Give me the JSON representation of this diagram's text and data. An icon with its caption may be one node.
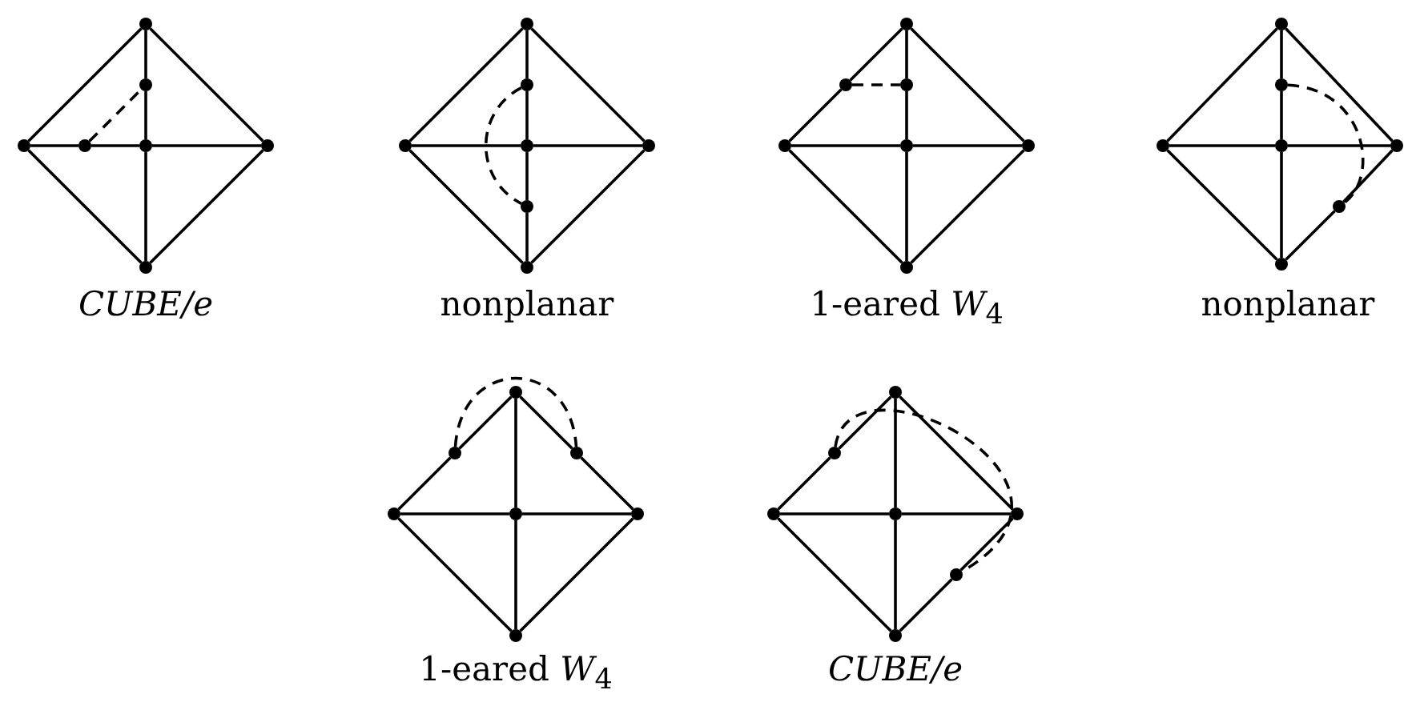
{
  "diagram": {
    "nodes": [
      {
        "text": [],
        "shape": "circle"
      },
      {
        "text": [],
        "shape": "circle"
      },
      {
        "text": [],
        "shape": "circle"
      },
      {
        "text": [],
        "shape": "circle"
      },
      {
        "text": [],
        "shape": "circle"
      },
      {
        "text": [],
        "shape": "circle"
      },
      {
        "text": [],
        "shape": "circle"
      },
      {
        "text": [],
        "shape": "circle"
      },
      {
        "text": [],
        "shape": "circle"
      },
      {
        "text": [],
        "shape": "circle"
      },
      {
        "text": [],
        "shape": "circle"
      },
      {
        "text": [],
        "shape": "circle"
      },
      {
        "text": [],
        "shape": "circle"
      },
      {
        "text": [],
        "shape": "circle"
      },
      {
        "text": [],
        "shape": "circle"
      },
      {
        "text": [],
        "shape": "circle"
      },
      {
        "text": [],
        "shape": "circle"
      },
      {
        "text": [],
        "shape": "circle"
      },
      {
        "text": [],
        "shape": "circle"
      },
      {
        "text": [],
        "shape": "circle"
      },
      {
        "text": [],
        "shape": "circle"
      },
      {
        "text": [],
        "shape": "circle"
      },
      {
        "text": [],
        "shape": "circle"
      },
      {
        "text": [],
        "shape": "circle"
      },
      {
        "text": [],
        "shape": "circle"
      },
      {
        "text": [],
        "shape": "circle"
      },
      {
        "text": [],
        "shape": "circle"
      },
      {
        "text": [],
        "shape": "circle"
      },
      {
        "text": [],
        "shape": "circle"
      },
      {
        "text": [],
        "shape": "circle"
      },
      {
        "text": [],
        "shape": "circle"
      },
      {
        "text": [],
        "shape": "circle"
      },
      {
        "text": [],
        "shape": "circle"
      },
      {
        "text": [],
        "shape": "circle"
      },
      {
        "text": [],
        "shape": "circle"
      },
      {
        "text": [],
        "shape": "circle"
      },
      {
        "text": [],
        "shape": "circle"
      },
      {
        "text": [],
        "shape": "circle"
      },
      {
        "text": [],
        "shape": "circle"
      },
      {
        "text": [],
        "shape": "circle"
      },
      {
        "text": [],
        "shape": "circle"
      },
      {
        "text": [],
        "shape": "circle"
      }
    ],
    "edges": [
      {
        "from": 0,
        "to": 2,
        "arrow": "none"
      },
      {
        "from": 0,
        "to": 5,
        "arrow": "none"
      },
      {
        "from": 2,
        "to": 6,
        "arrow": "none"
      },
      {
        "from": 5,
        "to": 6,
        "arrow": "none"
      },
      {
        "from": 0,
        "to": 1,
        "arrow": "none"
      },
      {
        "from": 1,
        "to": 4,
        "arrow": "none"
      },
      {
        "from": 2,
        "to": 3,
        "arrow": "none"
      },
      {
        "from": 3,
        "to": 4,
        "arrow": "none"
      },
      {
        "from": 4,
        "to": 5,
        "arrow": "none"
      },
      {
        "from": 4,
        "to": 6,
        "arrow": "none"
      },
      {
        "from": 3,
        "to": 1,
        "arrow": "none",
        "style": "dashed"
      },
      {
        "from": 7,
        "to": 9,
        "arrow": "none"
      },
      {
        "from": 7,
        "to": 11,
        "arrow": "none"
      },
      {
        "from": 9,
        "to": 13,
        "arrow": "none"
      },
      {
        "from": 11,
        "to": 13,
        "arrow": "none"
      },
      {
        "from": 7,
        "to": 8,
        "arrow": "none"
      },
      {
        "from": 8,
        "to": 10,
        "arrow": "none"
      },
      {
        "from": 10,
        "to": 12,
        "arrow": "none"
      },
      {
        "from": 12,
        "to": 13,
        "arrow": "none"
      },
      {
        "from": 9,
        "to": 10,
        "arrow": "none"
      },
      {
        "from": 10,
        "to": 11,
        "arrow": "none"
      },
      {
        "from": 8,
        "to": 12,
        "arrow": "none",
        "style": "dashed"
      },
      {
        "from": 14,
        "to": 15,
        "arrow": "none"
      },
      {
        "from": 15,
        "to": 17,
        "arrow": "none"
      },
      {
        "from": 14,
        "to": 19,
        "arrow": "none"
      },
      {
        "from": 17,
        "to": 20,
        "arrow": "none"
      },
      {
        "from": 19,
        "to": 20,
        "arrow": "none"
      },
      {
        "from": 14,
        "to": 16,
        "arrow": "none"
      },
      {
        "from": 16,
        "to": 18,
        "arrow": "none"
      },
      {
        "from": 17,
        "to": 18,
        "arrow": "none"
      },
      {
        "from": 18,
        "to": 19,
        "arrow": "none"
      },
      {
        "from": 18,
        "to": 20,
        "arrow": "none"
      },
      {
        "from": 15,
        "to": 16,
        "arrow": "none",
        "style": "dashed"
      },
      {
        "from": 21,
        "to": 23,
        "arrow": "none"
      },
      {
        "from": 21,
        "to": 25,
        "arrow": "none"
      },
      {
        "from": 23,
        "to": 27,
        "arrow": "none"
      },
      {
        "from": 25,
        "to": 26,
        "arrow": "none"
      },
      {
        "from": 26,
        "to": 27,
        "arrow": "none"
      },
      {
        "from": 21,
        "to": 22,
        "arrow": "none"
      },
      {
        "from": 22,
        "to": 24,
        "arrow": "none"
      },
      {
        "from": 23,
        "to": 24,
        "arrow": "none"
      },
      {
        "from": 24,
        "to": 25,
        "arrow": "none"
      },
      {
        "from": 24,
        "to": 27,
        "arrow": "none"
      },
      {
        "from": 22,
        "to": 26,
        "arrow": "none",
        "style": "dashed"
      },
      {
        "from": 28,
        "to": 29,
        "arrow": "none"
      },
      {
        "from": 29,
        "to": 31,
        "arrow": "none"
      },
      {
        "from": 28,
        "to": 30,
        "arrow": "none"
      },
      {
        "from": 30,
        "to": 33,
        "arrow": "none"
      },
      {
        "from": 31,
        "to": 34,
        "arrow": "none"
      },
      {
        "from": 33,
        "to": 34,
        "arrow": "none"
      },
      {
        "from": 28,
        "to": 32,
        "arrow": "none"
      },
      {
        "from": 31,
        "to": 32,
        "arrow": "none"
      },
      {
        "from": 32,
        "to": 33,
        "arrow": "none"
      },
      {
        "from": 32,
        "to": 34,
        "arrow": "none"
      },
      {
        "from": 29,
        "to": 30,
        "arrow": "none",
        "style": "dashed"
      },
      {
        "from": 35,
        "to": 36,
        "arrow": "none"
      },
      {
        "from": 36,
        "to": 37,
        "arrow": "none"
      },
      {
        "from": 35,
        "to": 39,
        "arrow": "none"
      },
      {
        "from": 37,
        "to": 41,
        "arrow": "none"
      },
      {
        "from": 39,
        "to": 40,
        "arrow": "none"
      },
      {
        "from": 40,
        "to": 41,
        "arrow": "none"
      },
      {
        "from": 35,
        "to": 38,
        "arrow": "none"
      },
      {
        "from": 37,
        "to": 38,
        "arrow": "none"
      },
      {
        "from": 38,
        "to": 39,
        "arrow": "none"
      },
      {
        "from": 38,
        "to": 41,
        "arrow": "none"
      },
      {
        "from": 36,
        "to": 40,
        "arrow": "none",
        "style": "dashed"
      }
    ],
    "labels": [
      "CUBE/e",
      "nonplanar",
      "1-eared *W*$_{4}$",
      "nonplanar",
      "1-eared *W*$_{4}$",
      "CUBE/e"
    ]
  }
}
